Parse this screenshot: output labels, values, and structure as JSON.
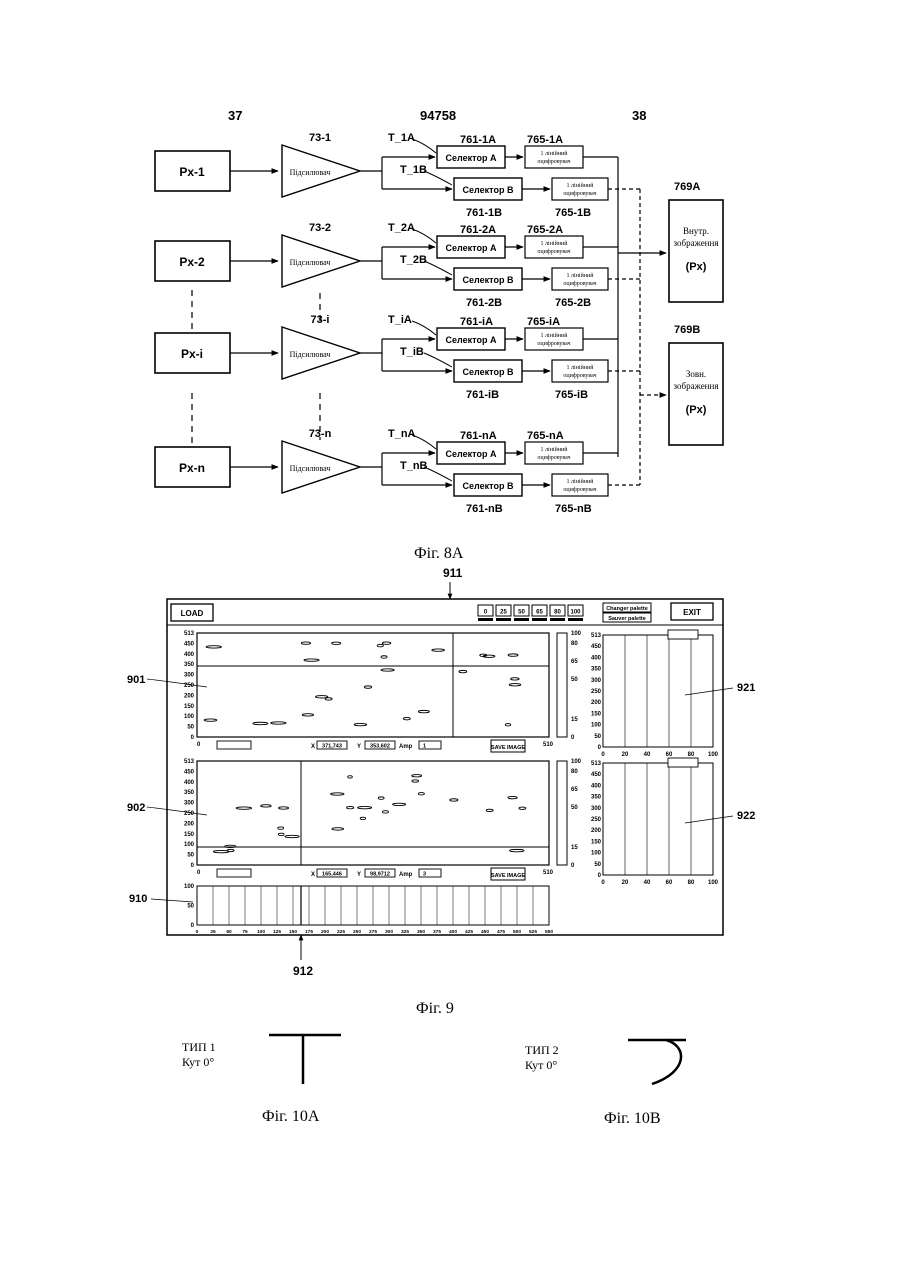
{
  "header": {
    "left": "37",
    "center": "94758",
    "right": "38"
  },
  "fig8a": {
    "caption": "Фіг. 8А",
    "rows": [
      {
        "px": "Px-1",
        "amp": "73-1",
        "amp_text": "Підсилювач",
        "ta": "T_1A",
        "tb": "T_1B",
        "selA": "761-1A",
        "selB": "761-1B",
        "digA": "765-1A",
        "digB": "765-1B"
      },
      {
        "px": "Px-2",
        "amp": "73-2",
        "amp_text": "Підсилювач",
        "ta": "T_2A",
        "tb": "T_2B",
        "selA": "761-2A",
        "selB": "761-2B",
        "digA": "765-2A",
        "digB": "765-2B"
      },
      {
        "px": "Px-i",
        "amp": "73-i",
        "amp_text": "Підсилювач",
        "ta": "T_iA",
        "tb": "T_iB",
        "selA": "761-iA",
        "selB": "761-iB",
        "digA": "765-iA",
        "digB": "765-iB"
      },
      {
        "px": "Px-n",
        "amp": "73-n",
        "amp_text": "Підсилювач",
        "ta": "T_nA",
        "tb": "T_nB",
        "selA": "761-nA",
        "selB": "761-nB",
        "digA": "765-nA",
        "digB": "765-nB"
      }
    ],
    "selector_a": "Селектор A",
    "selector_b": "Селектор B",
    "digitizer_line1": "1 лінійний",
    "digitizer_line2": "оцифровувач",
    "out_a": {
      "ref": "769A",
      "line1": "Внутр.",
      "line2": "зображення",
      "line3": "(Px)"
    },
    "out_b": {
      "ref": "769B",
      "line1": "Зовн.",
      "line2": "зображення",
      "line3": "(Px)"
    }
  },
  "fig9": {
    "caption": "Фіг. 9",
    "ref_911": "911",
    "ref_912": "912",
    "ref_901": "901",
    "ref_902": "902",
    "ref_910": "910",
    "ref_921": "921",
    "ref_922": "922",
    "load_btn": "LOAD",
    "exit_btn": "EXIT",
    "zoom_buttons": [
      "0",
      "25",
      "50",
      "65",
      "80",
      "100"
    ],
    "palette_change": "Changer palette",
    "palette_save": "Sauver palette",
    "save_image": "SAVE IMAGE",
    "x_label": "X",
    "y_label": "Y",
    "amp_label": "Amp",
    "top_x": "371,743",
    "top_y": "353,602",
    "top_amp": "1",
    "bot_x": "165,446",
    "bot_y": "98,9712",
    "bot_amp": "3",
    "main_y_ticks": [
      "513",
      "450",
      "400",
      "350",
      "300",
      "250",
      "200",
      "150",
      "100",
      "50",
      "0"
    ],
    "main_x_end": "510",
    "scale_ticks": [
      "100",
      "80",
      "65",
      "50",
      "15",
      "0"
    ],
    "side_x_ticks": [
      "0",
      "20",
      "40",
      "60",
      "80",
      "100"
    ],
    "bottom_x_ticks": [
      "0",
      "25",
      "50",
      "75",
      "100",
      "125",
      "150",
      "175",
      "200",
      "225",
      "250",
      "275",
      "300",
      "325",
      "350",
      "375",
      "400",
      "425",
      "450",
      "475",
      "500",
      "525",
      "550"
    ],
    "bottom_y_ticks": [
      "100",
      "50",
      "0"
    ]
  },
  "fig10a": {
    "type": "ТИП 1",
    "angle": "Кут 0°",
    "caption": "Фіг. 10А"
  },
  "fig10b": {
    "type": "ТИП 2",
    "angle": "Кут 0°",
    "caption": "Фіг. 10В"
  }
}
